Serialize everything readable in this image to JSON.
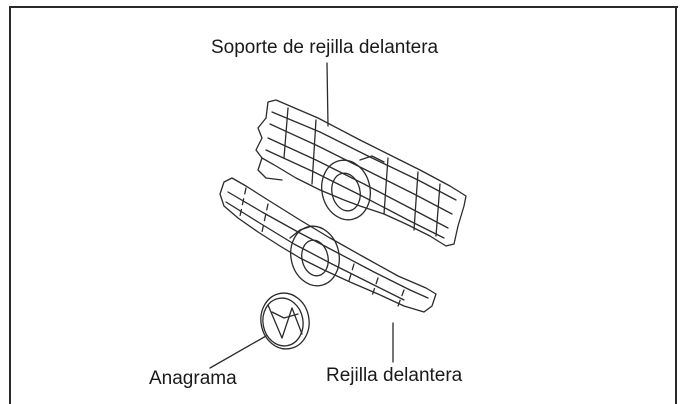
{
  "labels": {
    "grille_support": "Soporte de rejilla delantera",
    "emblem": "Anagrama",
    "front_grille": "Rejilla delantera"
  }
}
